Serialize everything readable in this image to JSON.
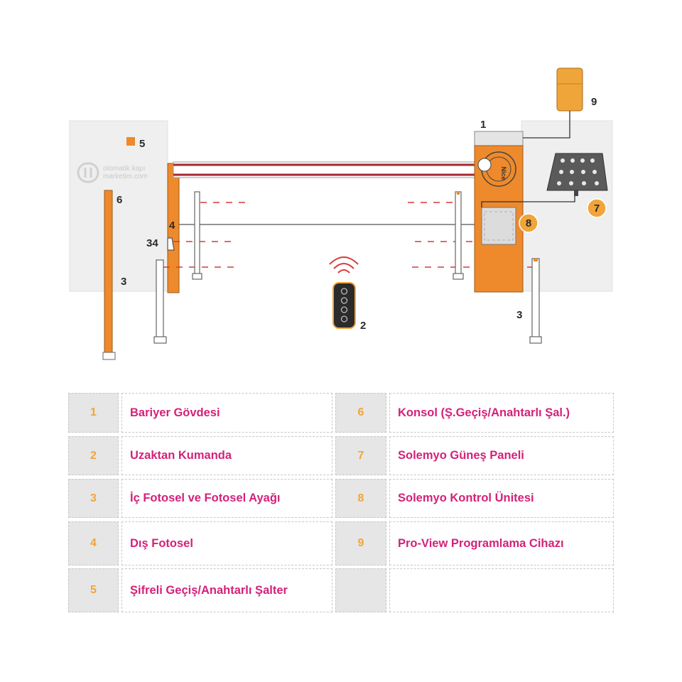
{
  "diagram": {
    "watermark": {
      "line1": "otomatik kapı",
      "line2": "marketim.com"
    },
    "brand": "Nice",
    "callouts": {
      "c1": "1",
      "c2": "2",
      "c3_left": "3",
      "c3_right": "3",
      "c4": "4",
      "c34": "34",
      "c5": "5",
      "c6": "6",
      "c7": "7",
      "c8": "8",
      "c9": "9"
    }
  },
  "legend": {
    "rows": [
      {
        "left": {
          "num": "1",
          "label": "Bariyer Gövdesi"
        },
        "right": {
          "num": "6",
          "label": "Konsol (Ş.Geçiş/Anahtarlı Şal.)"
        }
      },
      {
        "left": {
          "num": "2",
          "label": "Uzaktan Kumanda"
        },
        "right": {
          "num": "7",
          "label": "Solemyo Güneş Paneli"
        }
      },
      {
        "left": {
          "num": "3",
          "label": "İç Fotosel ve Fotosel Ayağı"
        },
        "right": {
          "num": "8",
          "label": "Solemyo Kontrol Ünitesi"
        }
      },
      {
        "left": {
          "num": "4",
          "label": "Dış Fotosel"
        },
        "right": {
          "num": "9",
          "label": "Pro-View Programlama Cihazı"
        }
      },
      {
        "left": {
          "num": "5",
          "label": "Şifreli Geçiş/Anahtarlı Şalter"
        },
        "right": {
          "num": "",
          "label": ""
        }
      }
    ]
  },
  "colors": {
    "orange": "#ee8a2c",
    "wall": "#efefef",
    "beam_red": "#a8262e",
    "legend_number": "#f0a53a",
    "legend_label": "#d4217a",
    "legend_number_bg": "#e6e6e6"
  }
}
